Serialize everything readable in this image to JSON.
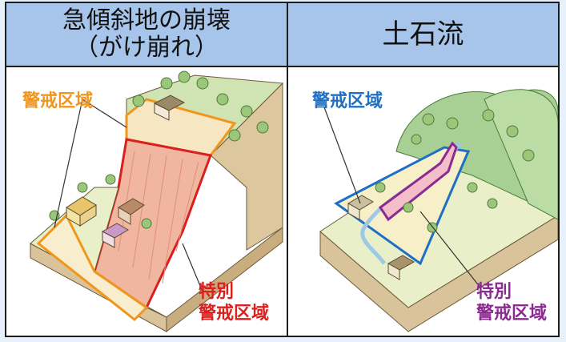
{
  "left": {
    "title_line1": "急傾斜地の崩壊",
    "title_line2": "（がけ崩れ）",
    "warning_area_label": "警戒区域",
    "special_label_line1": "特別",
    "special_label_line2": "警戒区域"
  },
  "right": {
    "title": "土石流",
    "warning_area_label": "警戒区域",
    "special_label_line1": "特別",
    "special_label_line2": "警戒区域"
  },
  "colors": {
    "header_bg": "#a7c5ea",
    "warning_orange": "#f0961c",
    "special_red": "#d9201d",
    "warning_blue": "#1f6fc4",
    "special_purple": "#8b2a8f"
  }
}
